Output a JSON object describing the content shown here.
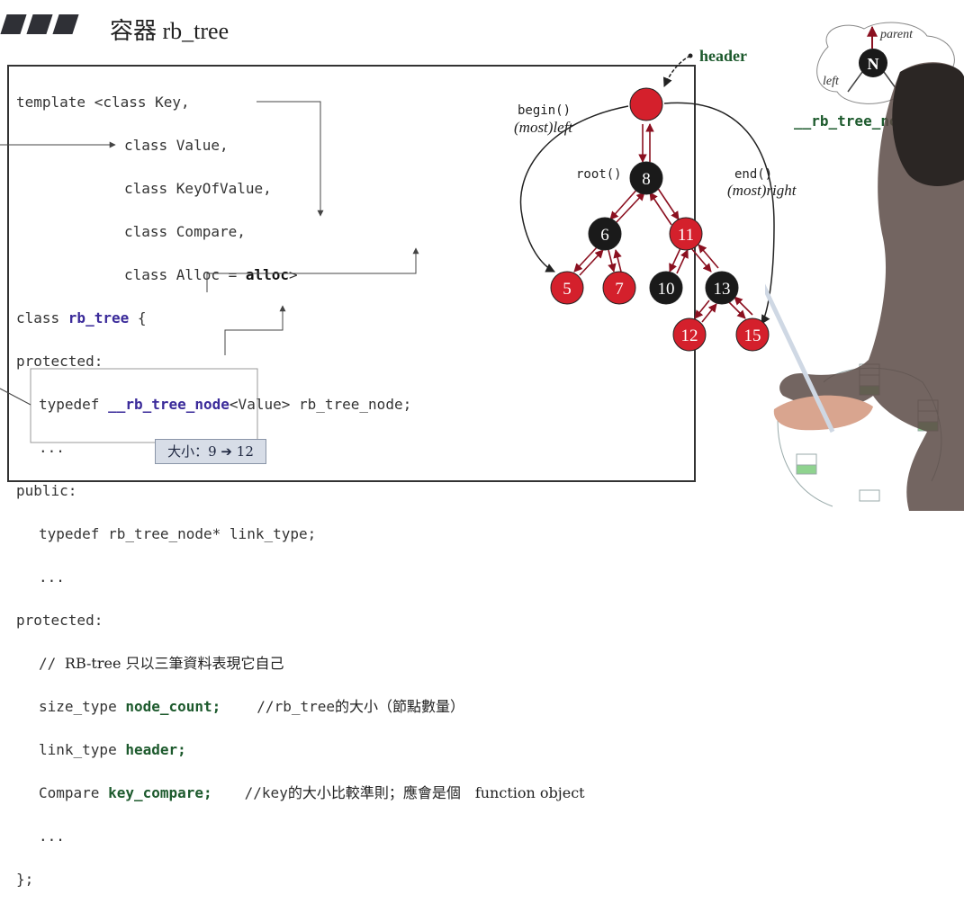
{
  "title": "容器 rb_tree",
  "code": {
    "l1": "template <class Key,",
    "l2": "class Value,",
    "l3": "class KeyOfValue,",
    "l4": "class Compare,",
    "l5a": "class Alloc = ",
    "l5b": "alloc",
    "l5c": ">",
    "l6a": "class ",
    "l6b": "rb_tree",
    "l6c": " {",
    "l7": "protected:",
    "l8a": "typedef ",
    "l8b": "__rb_tree_node",
    "l8c": "<Value> rb_tree_node;",
    "l9": "...",
    "l10": "public:",
    "l11": "typedef rb_tree_node* link_type;",
    "l12": "...",
    "l13": "protected:",
    "l14a": "// ",
    "l14b": "RB-tree 只以三筆資料表現它自己",
    "l15a": "size_type ",
    "l15b": "node_count;",
    "l15c": "//rb_tree",
    "l15d": "的大小（節點數量）",
    "l16a": "link_type ",
    "l16b": "header;",
    "l17a": "Compare ",
    "l17b": "key_compare;",
    "l17c": "//key",
    "l17d": "的大小比較準則；應會是個　function object",
    "l18": "...",
    "l19": "};"
  },
  "size_note": "大小：9 ➔ 12",
  "diagram": {
    "header_label": "header",
    "begin_label": "begin()",
    "begin_sub": "(most)left",
    "root_label": "root()",
    "end_label": "end()",
    "end_sub": "(most)right",
    "nodes": [
      {
        "key": "8",
        "color": "black"
      },
      {
        "key": "6",
        "color": "black"
      },
      {
        "key": "11",
        "color": "red"
      },
      {
        "key": "5",
        "color": "red"
      },
      {
        "key": "7",
        "color": "red"
      },
      {
        "key": "10",
        "color": "black"
      },
      {
        "key": "13",
        "color": "black"
      },
      {
        "key": "12",
        "color": "red"
      },
      {
        "key": "15",
        "color": "red"
      }
    ]
  },
  "legend": {
    "node": "N",
    "parent": "parent",
    "left": "left"
  },
  "rb_tree_node_label": "__rb_tree_no",
  "colors": {
    "red": "#d4202c",
    "black": "#1a1a1a",
    "arrow": "#8b1020",
    "green": "#1d5a2d"
  }
}
